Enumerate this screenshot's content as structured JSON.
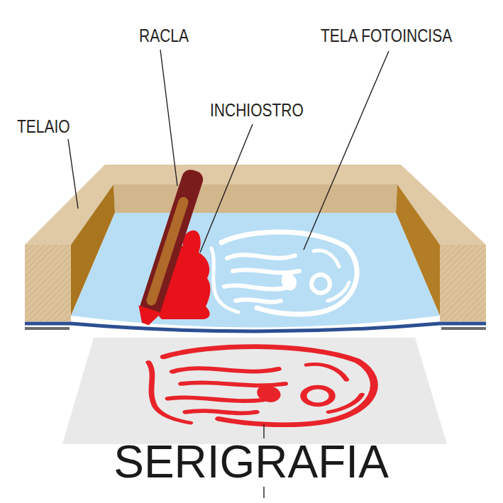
{
  "diagram": {
    "title": "SERIGRAFIA",
    "labels": [
      "RACLA",
      "TELA FOTOINCISA",
      "INCHIOSTRO",
      "TELAIO"
    ]
  }
}
